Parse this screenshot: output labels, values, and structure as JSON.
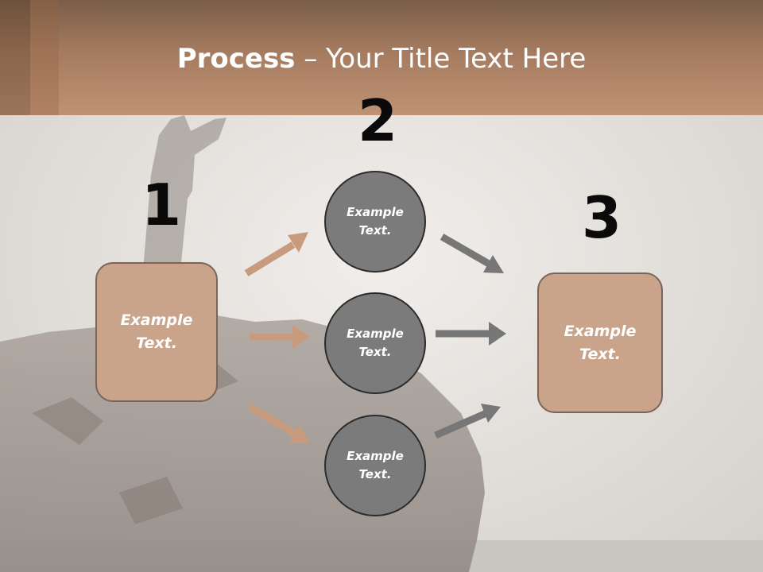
{
  "title": {
    "bold": "Process",
    "rest": " – Your Title Text Here"
  },
  "steps": {
    "one": {
      "number": "1",
      "box_text": "Example\nText."
    },
    "two": {
      "number": "2",
      "circles": [
        {
          "text": "Example\nText."
        },
        {
          "text": "Example\nText."
        },
        {
          "text": "Example\nText."
        }
      ]
    },
    "three": {
      "number": "3",
      "box_text": "Example\nText."
    }
  },
  "colors": {
    "header": "#b58a6c",
    "box_fill": "#c9a38a",
    "circle_fill": "#7b7b7b",
    "arrow_tan": "#c89b7e",
    "arrow_gray": "#777777"
  }
}
